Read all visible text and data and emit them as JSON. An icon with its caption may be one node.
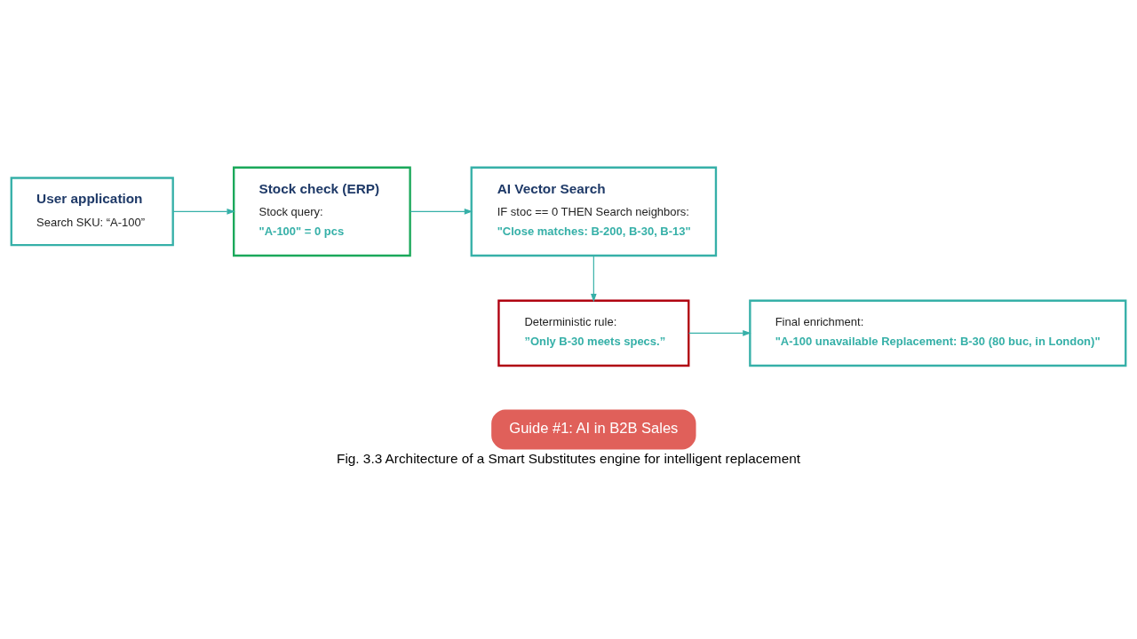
{
  "diagram": {
    "caption": "Fig. 3.3 Architecture of a Smart Substitutes engine for intelligent replacement",
    "nodes": [
      {
        "text": [
          "User application",
          "Search SKU: “A-100”"
        ]
      },
      {
        "text": [
          "Stock check (ERP)",
          "Stock query:",
          "\"A-100\" = 0 pcs"
        ]
      },
      {
        "text": [
          "AI Vector Search",
          "IF stoc == 0 THEN Search neighbors:",
          "\"Close matches: B-200, B-30, B-13\""
        ]
      },
      {
        "text": [
          "Deterministic rule:",
          "”Only B-30 meets specs.”"
        ]
      },
      {
        "text": [
          "Final enrichment:",
          "\"A-100 unavailable Replacement: B-30 (80 buc, in London)\""
        ]
      }
    ],
    "edges": [
      {
        "from": 0,
        "to": 1,
        "arrow": "to"
      },
      {
        "from": 1,
        "to": 2,
        "arrow": "to"
      },
      {
        "from": 2,
        "to": 3,
        "arrow": "to"
      },
      {
        "from": 3,
        "to": 4,
        "arrow": "to"
      }
    ],
    "labels": [
      "Guide #1: AI in B2B Sales"
    ]
  }
}
